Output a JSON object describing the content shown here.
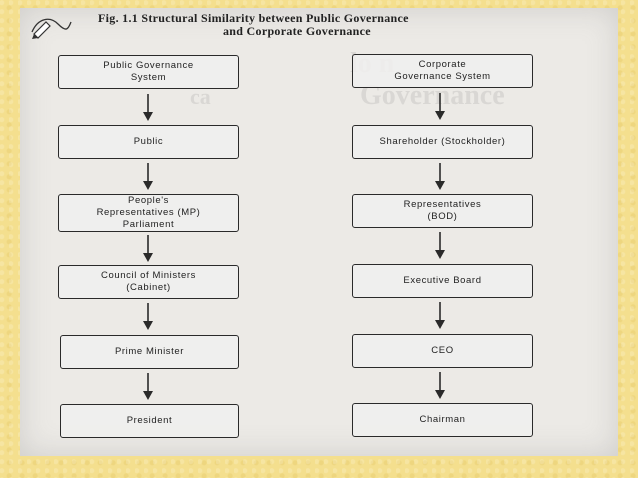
{
  "figure": {
    "title_line1": "Fig. 1.1  Structural Similarity between Public Governance",
    "title_line2": "and Corporate Governance"
  },
  "icons": {
    "pen": "pen-scribble-icon",
    "arrow": "arrow-down-icon"
  },
  "left_column": [
    {
      "label": "Public Governance\nSystem"
    },
    {
      "label": "Public"
    },
    {
      "label": "People's\nRepresentatives (MP)\nParliament"
    },
    {
      "label": "Council of Ministers\n(Cabinet)"
    },
    {
      "label": "Prime Minister"
    },
    {
      "label": "President"
    }
  ],
  "right_column": [
    {
      "label": "Corporate\nGovernance System"
    },
    {
      "label": "Shareholder (Stockholder)"
    },
    {
      "label": "Representatives\n(BOD)"
    },
    {
      "label": "Executive Board"
    },
    {
      "label": "CEO"
    },
    {
      "label": "Chairman"
    }
  ],
  "colors": {
    "slide_background": "#f4df8e",
    "page": "#eceae6",
    "ink": "#2a2a2a"
  }
}
